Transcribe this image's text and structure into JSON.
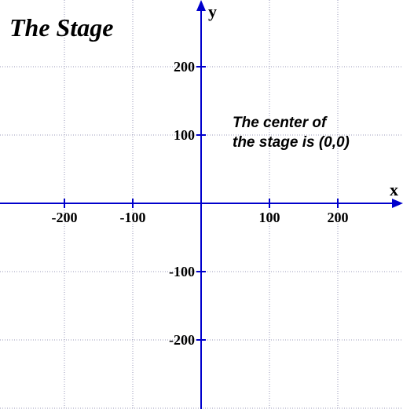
{
  "title": "The Stage",
  "note_lines": [
    "The center of",
    "the stage is (0,0)"
  ],
  "axes": {
    "x_label": "x",
    "y_label": "y",
    "x_ticks": [
      {
        "value": -200,
        "label": "-200"
      },
      {
        "value": -100,
        "label": "-100"
      },
      {
        "value": 100,
        "label": "100"
      },
      {
        "value": 200,
        "label": "200"
      }
    ],
    "y_ticks": [
      {
        "value": 200,
        "label": "200"
      },
      {
        "value": 100,
        "label": "100"
      },
      {
        "value": -100,
        "label": "-100"
      },
      {
        "value": -200,
        "label": "-200"
      }
    ],
    "grid": true
  },
  "colors": {
    "axis": "#0000cc",
    "grid": "#9a9ab8",
    "text": "#000000"
  }
}
